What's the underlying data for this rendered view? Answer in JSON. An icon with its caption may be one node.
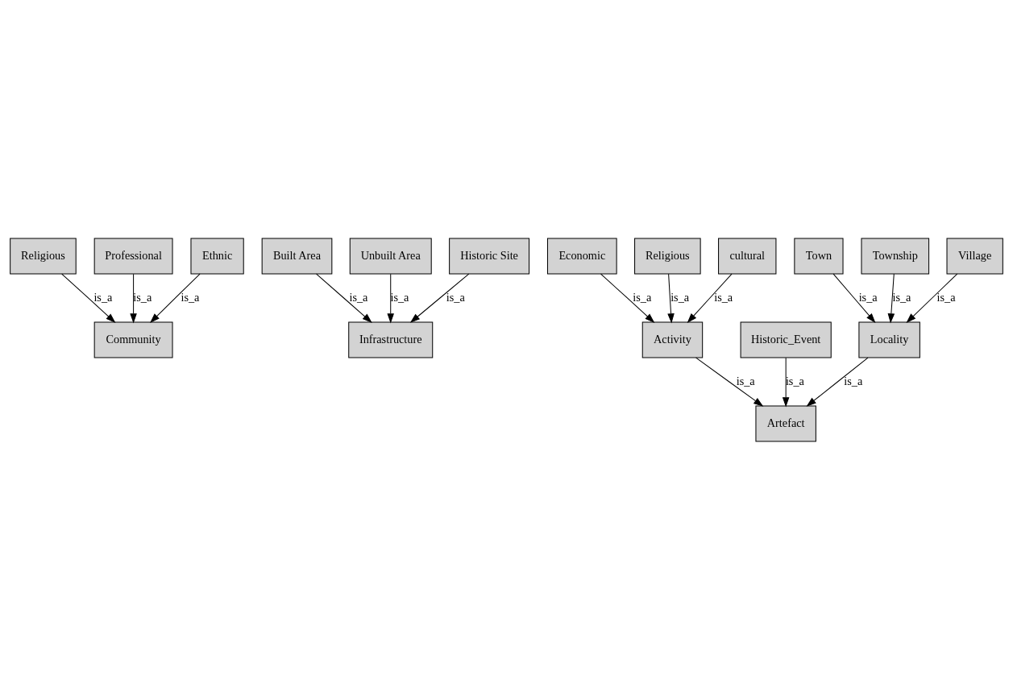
{
  "diagram": {
    "nodes": [
      {
        "text": [
          "Religious"
        ]
      },
      {
        "text": [
          "Professional"
        ]
      },
      {
        "text": [
          "Ethnic"
        ]
      },
      {
        "text": [
          "Built Area"
        ]
      },
      {
        "text": [
          "Unbuilt Area"
        ]
      },
      {
        "text": [
          "Historic Site"
        ]
      },
      {
        "text": [
          "Community"
        ]
      },
      {
        "text": [
          "Infrastructure"
        ]
      },
      {
        "text": [
          "Town"
        ]
      },
      {
        "text": [
          "Township"
        ]
      },
      {
        "text": [
          "Village"
        ]
      },
      {
        "text": [
          "Religious"
        ]
      },
      {
        "text": [
          "cultural"
        ]
      },
      {
        "text": [
          "Economic"
        ]
      },
      {
        "text": [
          "Historic_Event"
        ]
      },
      {
        "text": [
          "Locality"
        ]
      },
      {
        "text": [
          "Activity"
        ]
      },
      {
        "text": [
          "Artefact"
        ]
      }
    ],
    "edges": [
      {
        "from": 0,
        "to": 6,
        "arrow": "to",
        "label": "is_a"
      },
      {
        "from": 1,
        "to": 6,
        "arrow": "to",
        "label": "is_a"
      },
      {
        "from": 2,
        "to": 6,
        "arrow": "to",
        "label": "is_a"
      },
      {
        "from": 3,
        "to": 7,
        "arrow": "to",
        "label": "is_a"
      },
      {
        "from": 4,
        "to": 7,
        "arrow": "to",
        "label": "is_a"
      },
      {
        "from": 5,
        "to": 7,
        "arrow": "to",
        "label": "is_a"
      },
      {
        "from": 8,
        "to": 15,
        "arrow": "to",
        "label": "is_a"
      },
      {
        "from": 9,
        "to": 15,
        "arrow": "to",
        "label": "is_a"
      },
      {
        "from": 10,
        "to": 15,
        "arrow": "to",
        "label": "is_a"
      },
      {
        "from": 11,
        "to": 16,
        "arrow": "to",
        "label": "is_a"
      },
      {
        "from": 12,
        "to": 16,
        "arrow": "to",
        "label": "is_a"
      },
      {
        "from": 13,
        "to": 16,
        "arrow": "to",
        "label": "is_a"
      },
      {
        "from": 14,
        "to": 17,
        "arrow": "to",
        "label": "is_a"
      },
      {
        "from": 15,
        "to": 17,
        "arrow": "to",
        "label": "is_a"
      },
      {
        "from": 16,
        "to": 17,
        "arrow": "to",
        "label": "is_a"
      }
    ]
  }
}
